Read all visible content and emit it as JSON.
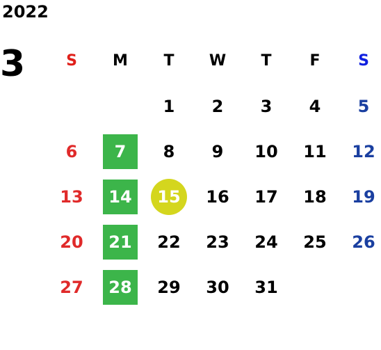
{
  "calendar": {
    "year": "2022",
    "month": "3",
    "weekdays": [
      "S",
      "M",
      "T",
      "W",
      "T",
      "F",
      "S"
    ],
    "weeks": [
      [
        "",
        "",
        "1",
        "2",
        "3",
        "4",
        "5"
      ],
      [
        "6",
        "7",
        "8",
        "9",
        "10",
        "11",
        "12"
      ],
      [
        "13",
        "14",
        "15",
        "16",
        "17",
        "18",
        "19"
      ],
      [
        "20",
        "21",
        "22",
        "23",
        "24",
        "25",
        "26"
      ],
      [
        "27",
        "28",
        "29",
        "30",
        "31",
        "",
        ""
      ]
    ],
    "highlighted_mondays": [
      "7",
      "14",
      "21",
      "28"
    ],
    "today": "15"
  },
  "colors": {
    "sunday": "#e02a2a",
    "saturday": "#1a3fa0",
    "monday_highlight": "#3cb54a",
    "today_highlight": "#d4d61e"
  }
}
